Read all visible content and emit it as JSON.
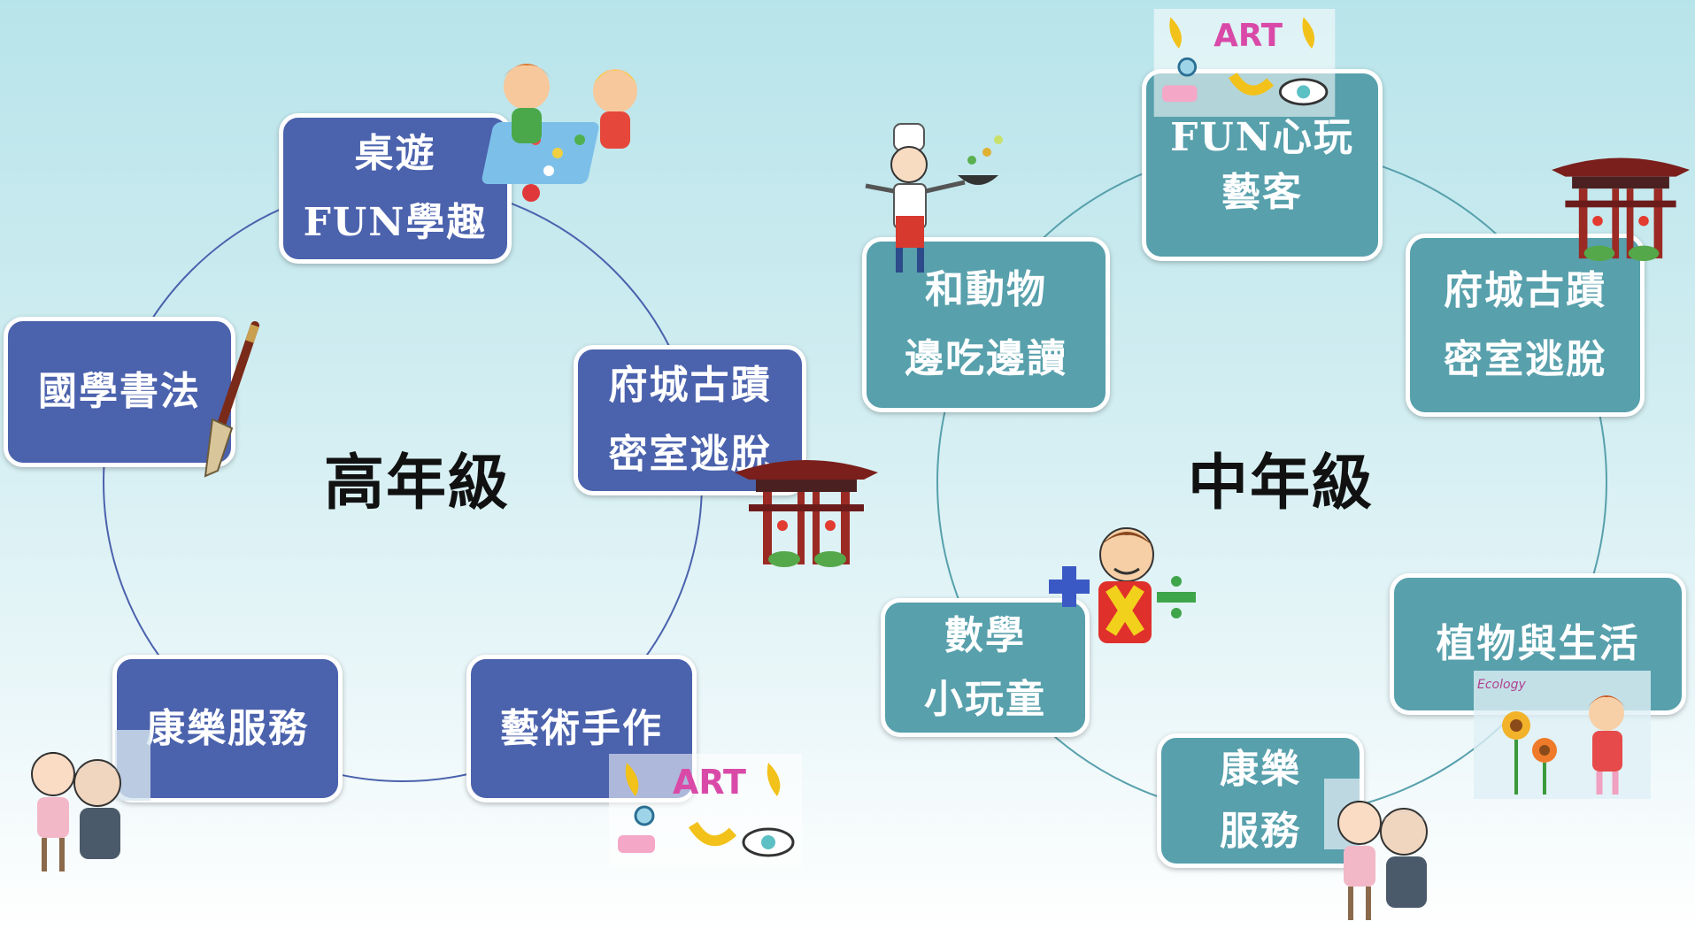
{
  "left_group": {
    "title": "高年級",
    "nodes": [
      {
        "lines": [
          "桌遊",
          "FUN學趣"
        ]
      },
      {
        "lines": [
          "府城古蹟",
          "密室逃脫"
        ]
      },
      {
        "lines": [
          "藝術手作"
        ]
      },
      {
        "lines": [
          "康樂服務"
        ]
      },
      {
        "lines": [
          "國學書法"
        ]
      }
    ]
  },
  "right_group": {
    "title": "中年級",
    "nodes": [
      {
        "lines": [
          "FUN心玩",
          "藝客"
        ]
      },
      {
        "lines": [
          "府城古蹟",
          "密室逃脫"
        ]
      },
      {
        "lines": [
          "植物與生活"
        ]
      },
      {
        "lines": [
          "康樂",
          "服務"
        ]
      },
      {
        "lines": [
          "數學",
          "小玩童"
        ]
      },
      {
        "lines": [
          "和動物",
          "邊吃邊讀"
        ]
      }
    ]
  },
  "stickers": {
    "art_label": "ART",
    "plant_caption": "Ecology"
  },
  "colors": {
    "senior_box": "#4b62ad",
    "middle_box": "#57a0ac",
    "ring_left": "#4b62ad",
    "ring_right": "#57a0ac"
  }
}
